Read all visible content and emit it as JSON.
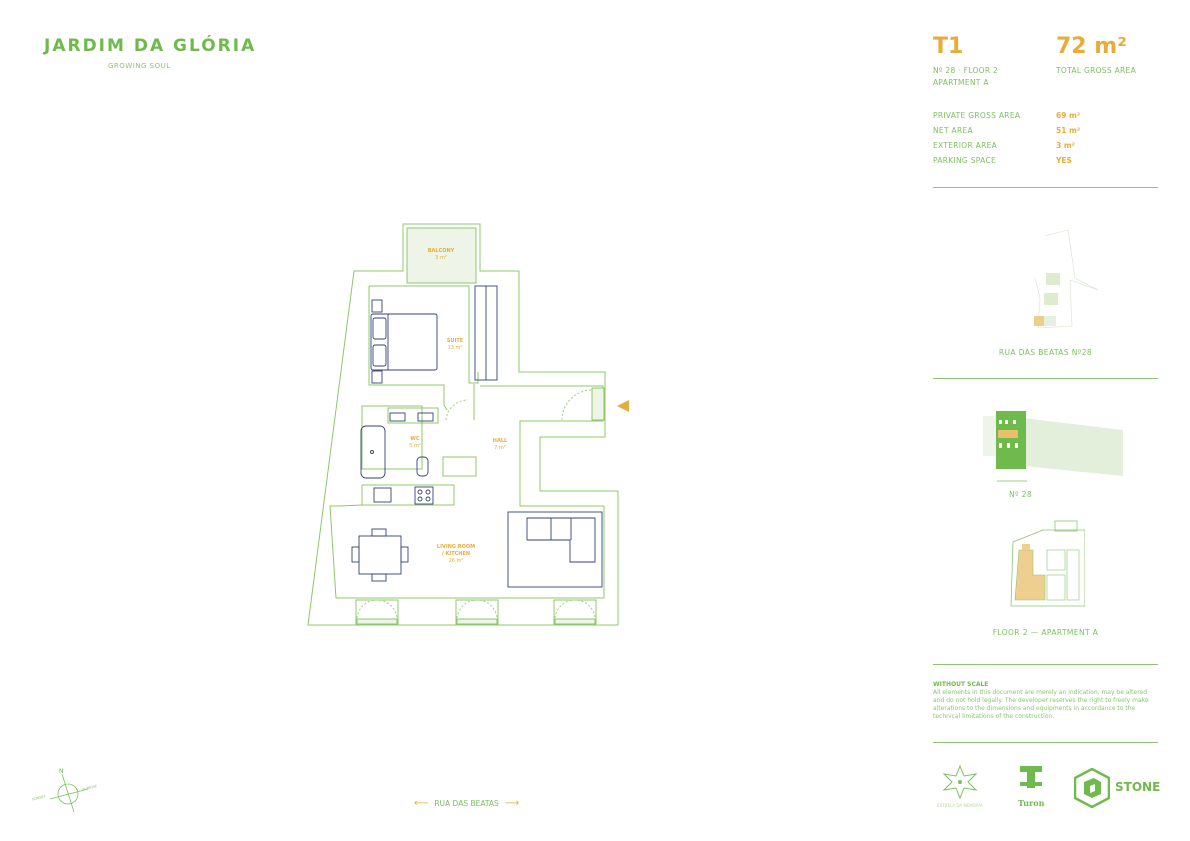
{
  "brand": {
    "name": "JARDIM DA GLÓRIA",
    "tagline": "GROWING SOUL"
  },
  "unit": {
    "type": "T1",
    "address_line": "Nº 28 · FLOOR 2",
    "apartment": "APARTMENT A",
    "total_area": "72 m²",
    "total_area_label": "TOTAL GROSS AREA"
  },
  "areas": [
    {
      "label": "PRIVATE GROSS AREA",
      "value": "69 m²"
    },
    {
      "label": "NET AREA",
      "value": "51 m²"
    },
    {
      "label": "EXTERIOR AREA",
      "value": "3 m²"
    },
    {
      "label": "PARKING SPACE",
      "value": "YES"
    }
  ],
  "location_caption": "RUA DAS BEATAS Nº28",
  "facade_caption": "Nº 28",
  "floor_caption": "FLOOR 2 — APARTMENT A",
  "rooms": {
    "balcony": {
      "name": "BALCONY",
      "area": "3 m²"
    },
    "suite": {
      "name": "SUITE",
      "area": "13 m²"
    },
    "wc": {
      "name": "WC",
      "area": "5 m²"
    },
    "hall": {
      "name": "HALL",
      "area": "7 m²"
    },
    "living": {
      "name": "LIVING ROOM",
      "name2": "/ KITCHEN",
      "area": "26 m²"
    }
  },
  "compass": {
    "n": "N",
    "left": "SUNSET",
    "right": "SUNRISE"
  },
  "street": {
    "label": "RUA DAS BEATAS"
  },
  "disclaimer": {
    "title": "WITHOUT SCALE",
    "text": "All elements in this document are merely an indication, may be altered and do not hold legally. The developer reserves the right to freely make alterations to the dimensions and equipments in accordance to the technical limitations of the construction."
  },
  "partners": {
    "estrela": "ESTRELA DA MEMÓRIA",
    "turon": "Turon",
    "stone": "STONE"
  },
  "colors": {
    "green": "#7cc060",
    "orange": "#e6ad3c",
    "navy": "#34427a"
  }
}
